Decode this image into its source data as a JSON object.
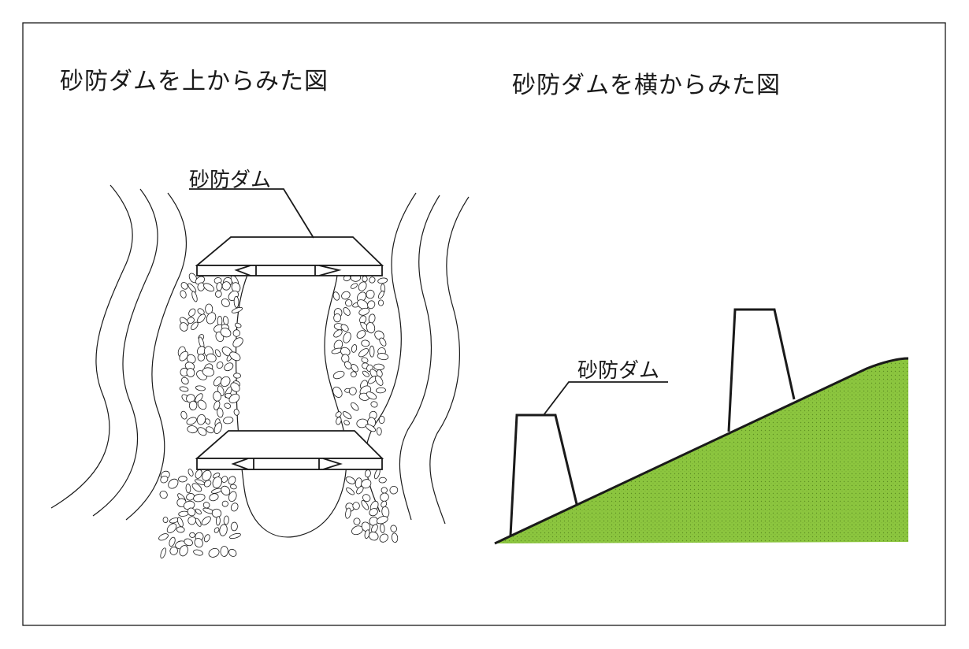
{
  "diagram": {
    "top_view_title": "砂防ダムを上からみた図",
    "side_view_title": "砂防ダムを横からみた図",
    "top_view_dam_label": "砂防ダム",
    "side_view_dam_label": "砂防ダム"
  },
  "colors": {
    "ground": "#8cc63f",
    "line": "#1a1a1a",
    "stone_fill": "#ffffff"
  }
}
